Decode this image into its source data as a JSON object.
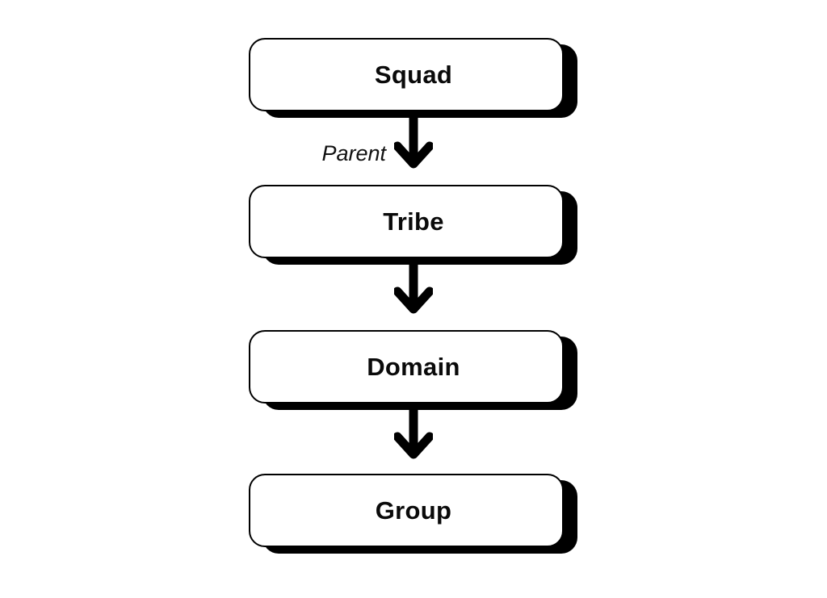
{
  "diagram": {
    "type": "flowchart",
    "orientation": "vertical",
    "background_color": "#ffffff",
    "node_fill_color": "#ffffff",
    "node_border_color": "#000000",
    "shadow_color": "#000000",
    "arrow_color": "#000000",
    "nodes": [
      {
        "label": "Squad"
      },
      {
        "label": "Tribe"
      },
      {
        "label": "Domain"
      },
      {
        "label": "Group"
      }
    ],
    "edges": [
      {
        "from": "Squad",
        "to": "Tribe",
        "label": "Parent",
        "direction": "down"
      },
      {
        "from": "Tribe",
        "to": "Domain",
        "label": "",
        "direction": "down"
      },
      {
        "from": "Domain",
        "to": "Group",
        "label": "",
        "direction": "down"
      }
    ]
  }
}
